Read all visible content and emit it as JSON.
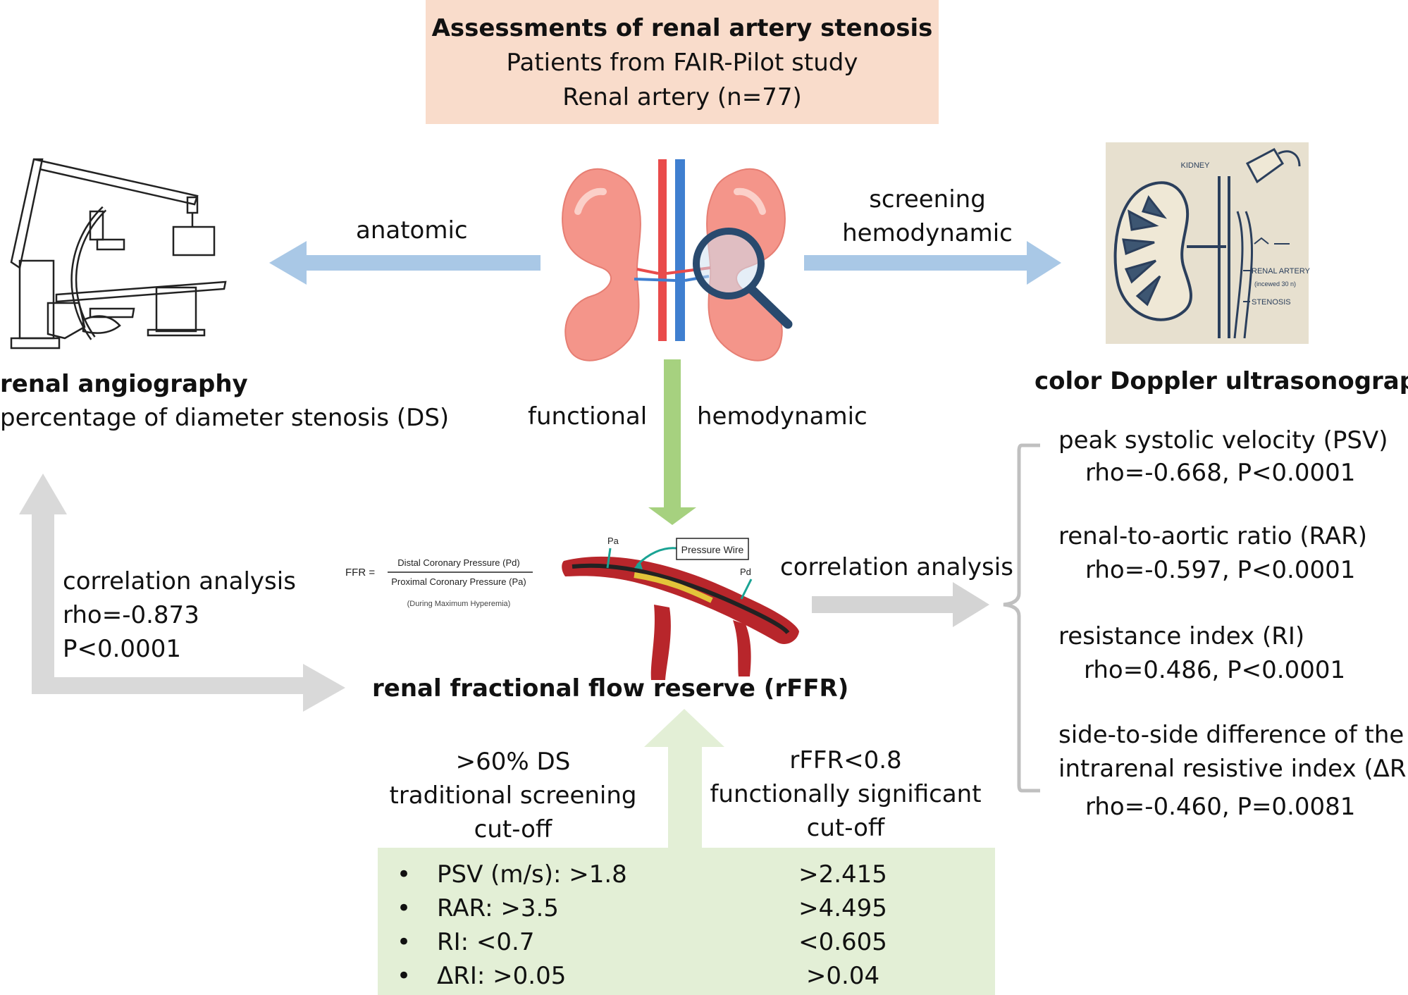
{
  "title": {
    "line1": "Assessments of renal artery stenosis",
    "line2": "Patients from FAIR-Pilot study",
    "line3": "Renal artery (n=77)"
  },
  "arrows": {
    "anatomic": "anatomic",
    "screening": "screening",
    "hemodynamic_top": "hemodynamic",
    "functional": "functional",
    "hemodynamic_mid": "hemodynamic",
    "correlation_right": "correlation analysis"
  },
  "angiography": {
    "title": "renal angiography",
    "subtitle": "percentage of diameter stenosis (DS)",
    "correlation_label": "correlation analysis",
    "rho": "rho=-0.873",
    "p": "P<0.0001"
  },
  "doppler": {
    "title": "color Doppler ultrasonography",
    "illustration": {
      "kidney": "KIDNEY",
      "renal_artery": "RENAL ARTERY",
      "note": "(incewed 30 n)",
      "stenosis": "STENOSIS"
    },
    "metrics": [
      {
        "name": "peak systolic velocity (PSV)",
        "stat": "rho=-0.668, P<0.0001"
      },
      {
        "name": "renal-to-aortic ratio (RAR)",
        "stat": "rho=-0.597, P<0.0001"
      },
      {
        "name": "resistance index (RI)",
        "stat": "rho=0.486, P<0.0001"
      },
      {
        "name": "side-to-side difference of the",
        "name2": "intrarenal resistive index (ΔRI)",
        "stat": "rho=-0.460, P=0.0081"
      }
    ]
  },
  "ffr": {
    "title": "renal fractional flow reserve (rFFR)",
    "formula_lhs": "FFR =",
    "numerator": "Distal Coronary Pressure (Pd)",
    "denominator": "Proximal Coronary Pressure (Pa)",
    "condition": "(During Maximum Hyperemia)",
    "pa": "Pa",
    "pd": "Pd",
    "wire": "Pressure Wire"
  },
  "cutoffs": {
    "traditional": {
      "line1": ">60% DS",
      "line2": "traditional screening",
      "line3": "cut-off"
    },
    "functional": {
      "line1": "rFFR<0.8",
      "line2": "functionally significant",
      "line3": "cut-off"
    },
    "rows": [
      {
        "bullet": "•",
        "left": "PSV (m/s): >1.8",
        "right": ">2.415"
      },
      {
        "bullet": "•",
        "left": "RAR: >3.5",
        "right": ">4.495"
      },
      {
        "bullet": "•",
        "left": "RI: <0.7",
        "right": "<0.605"
      },
      {
        "bullet": "•",
        "left": "ΔRI: >0.05",
        "right": ">0.04"
      }
    ]
  },
  "colors": {
    "title_bg": "#f9dccb",
    "blue_arrow": "#a9c8e6",
    "green_arrow": "#a6d17f",
    "gray_arrow": "#d4d4d4",
    "cutoff_bg": "#e3efd6"
  }
}
